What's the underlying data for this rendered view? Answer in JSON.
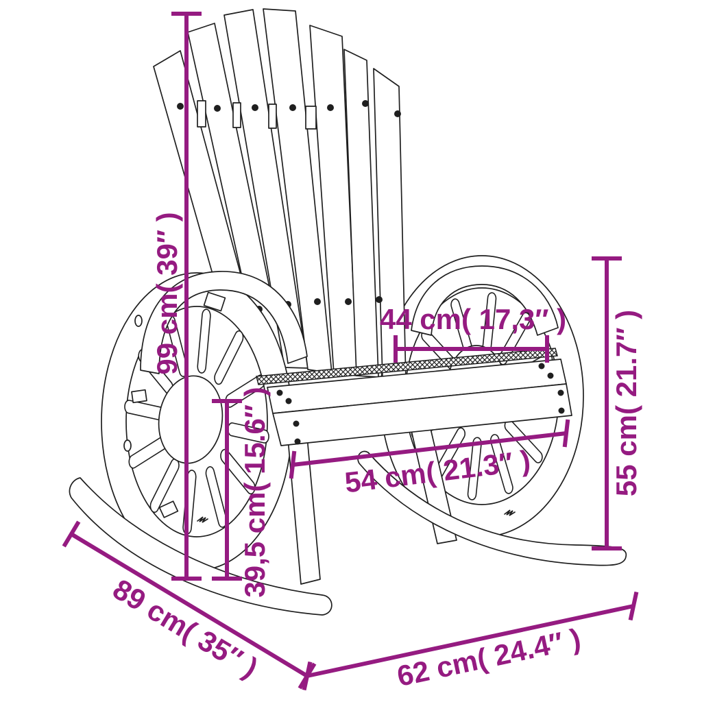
{
  "figure": {
    "type": "product-dimension-diagram",
    "subject": "wooden adirondack rocking chair with wagon-wheel sides",
    "background_color": "#ffffff",
    "line_art_color": "#1f1f1f",
    "dimension_color": "#951b81"
  },
  "dimensions": {
    "total_height": {
      "label": "99 cm( 39″ )",
      "value_cm": 99,
      "value_in": 39,
      "orientation": "vertical-left"
    },
    "seat_depth": {
      "label": "44 cm( 17,3″ )",
      "value_cm": 44,
      "value_in": 17.3,
      "orientation": "horizontal-middle"
    },
    "arm_height": {
      "label": "55 cm( 21.7″ )",
      "value_cm": 55,
      "value_in": 21.7,
      "orientation": "vertical-right"
    },
    "seat_width": {
      "label": "54 cm( 21.3″ )",
      "value_cm": 54,
      "value_in": 21.3,
      "orientation": "diagonal-seat-front"
    },
    "seat_height": {
      "label": "39,5 cm( 15.6″ )",
      "value_cm": 39.5,
      "value_in": 15.6,
      "orientation": "vertical-inner"
    },
    "base_depth": {
      "label": "89 cm( 35″ )",
      "value_cm": 89,
      "value_in": 35,
      "orientation": "diagonal-bottom-left"
    },
    "base_width": {
      "label": "62 cm( 24.4″ )",
      "value_cm": 62,
      "value_in": 24.4,
      "orientation": "diagonal-bottom-right"
    }
  }
}
